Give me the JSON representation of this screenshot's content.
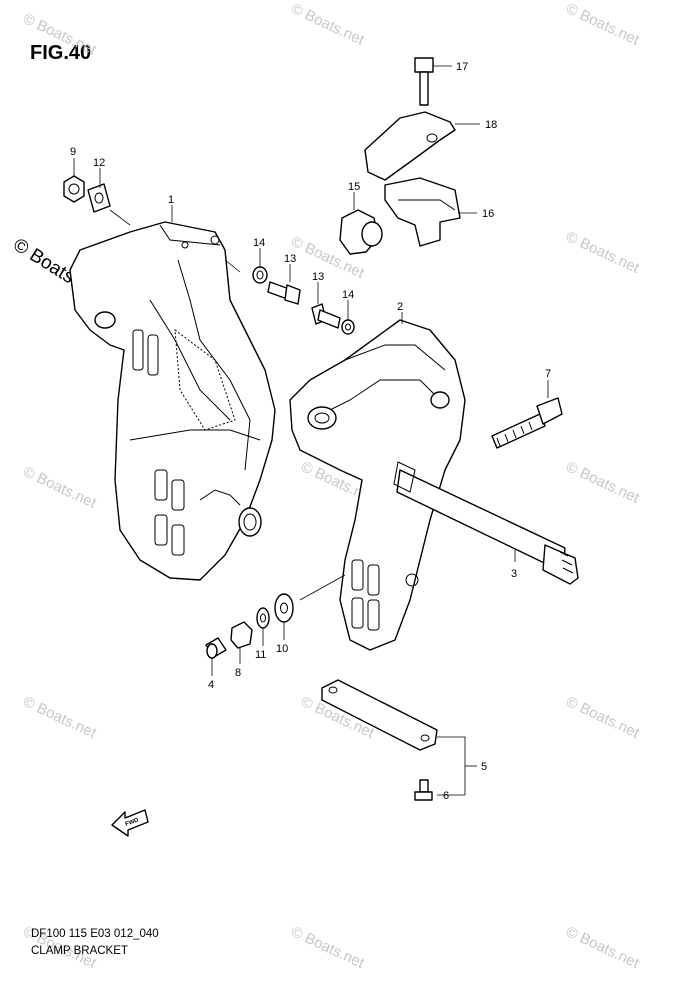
{
  "figure_label": "FIG.40",
  "diagram_code": "DF100 115 E03 012_040",
  "diagram_title": "CLAMP BRACKET",
  "watermark": "© Boats.net",
  "fwd_label": "FWD",
  "callouts": [
    "1",
    "2",
    "3",
    "4",
    "5",
    "6",
    "7",
    "8",
    "9",
    "10",
    "11",
    "12",
    "13",
    "13",
    "14",
    "14",
    "15",
    "16",
    "17",
    "18"
  ]
}
